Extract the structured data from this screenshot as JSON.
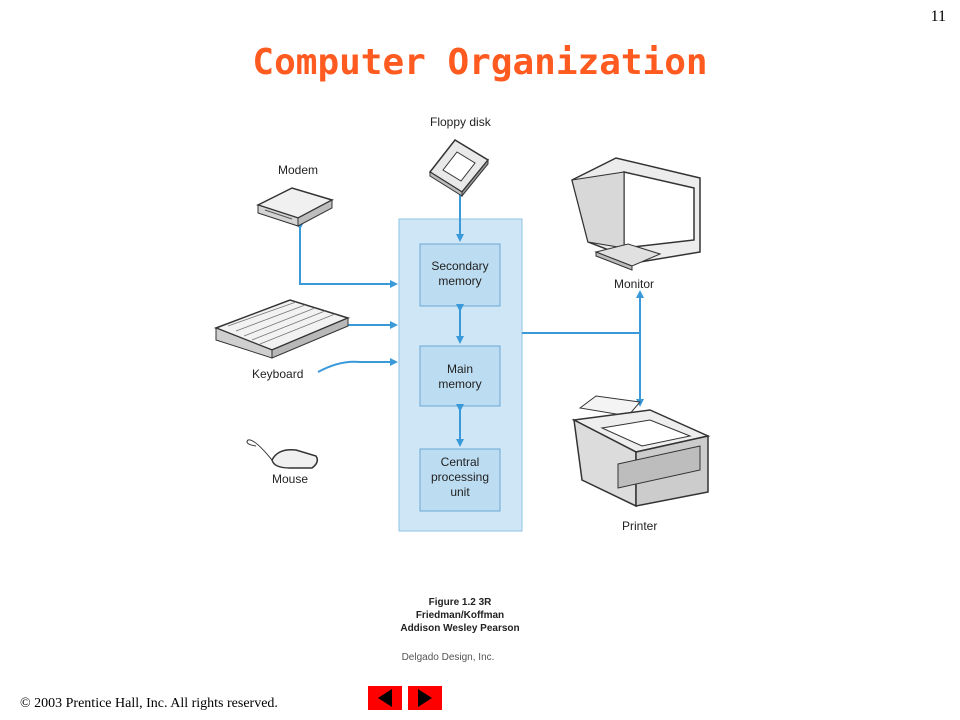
{
  "page_number": "11",
  "title": "Computer Organization",
  "diagram": {
    "floppy": "Floppy disk",
    "modem": "Modem",
    "keyboard": "Keyboard",
    "mouse": "Mouse",
    "monitor": "Monitor",
    "printer": "Printer",
    "secondary_memory": [
      "Secondary",
      "memory"
    ],
    "main_memory": [
      "Main",
      "memory"
    ],
    "cpu": [
      "Central",
      "processing",
      "unit"
    ]
  },
  "figure_caption": [
    "Figure 1.2 3R",
    "Friedman/Koffman",
    "Addison Wesley Pearson"
  ],
  "figure_credit": "Delgado Design, Inc.",
  "footer": {
    "copyright": "© 2003 Prentice Hall, Inc.  All rights reserved."
  },
  "nav": {
    "prev_icon": "left-triangle",
    "next_icon": "right-triangle",
    "color": "#ff0000"
  },
  "colors": {
    "title": "#ff5a1f",
    "arrow": "#3a9ad9",
    "panel": "#cfe6f6"
  }
}
